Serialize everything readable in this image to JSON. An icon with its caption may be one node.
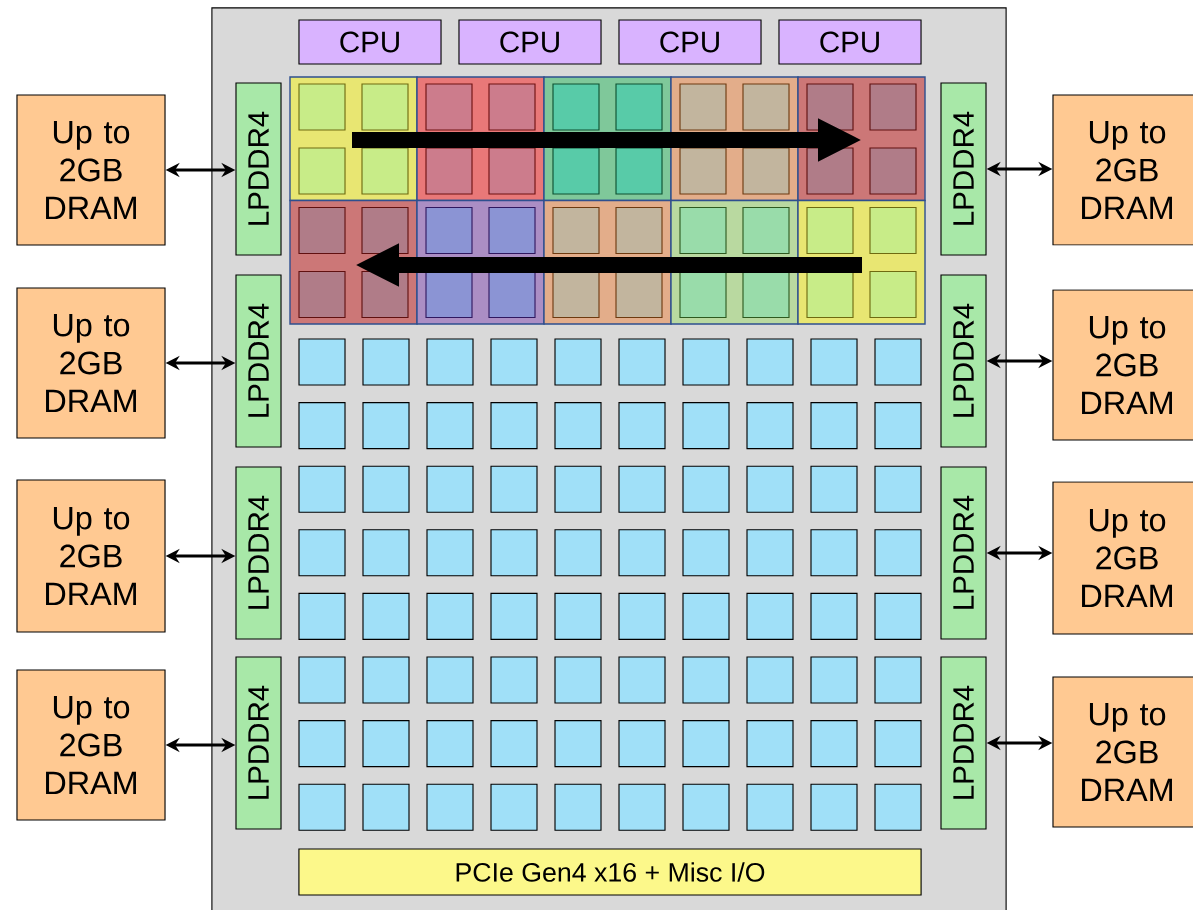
{
  "diagram": {
    "nodes": [
      {
        "text": [],
        "shape": "box"
      },
      {
        "text": [
          "CPU"
        ],
        "in": 0
      },
      {
        "text": [
          "CPU"
        ],
        "in": 0
      },
      {
        "text": [
          "CPU"
        ],
        "in": 0
      },
      {
        "text": [
          "CPU"
        ],
        "in": 0
      },
      {
        "text": [
          "LPDDR4"
        ],
        "in": 0
      },
      {
        "text": [
          "LPDDR4"
        ],
        "in": 0
      },
      {
        "text": [
          "LPDDR4"
        ],
        "in": 0
      },
      {
        "text": [
          "LPDDR4"
        ],
        "in": 0
      },
      {
        "text": [
          "LPDDR4"
        ],
        "in": 0
      },
      {
        "text": [
          "LPDDR4"
        ],
        "in": 0
      },
      {
        "text": [
          "LPDDR4"
        ],
        "in": 0
      },
      {
        "text": [
          "LPDDR4"
        ],
        "in": 0
      },
      {
        "text": [
          "PCIe Gen4 x16 + Misc I/O"
        ],
        "in": 0
      },
      {
        "text": [
          "Up to 2GB DRAM"
        ]
      },
      {
        "text": [
          "Up to 2GB DRAM"
        ]
      },
      {
        "text": [
          "Up to 2GB DRAM"
        ]
      },
      {
        "text": [
          "Up to 2GB DRAM"
        ]
      },
      {
        "text": [
          "Up to 2GB DRAM"
        ]
      },
      {
        "text": [
          "Up to 2GB DRAM"
        ]
      },
      {
        "text": [
          "Up to 2GB DRAM"
        ]
      },
      {
        "text": [
          "Up to 2GB DRAM"
        ]
      }
    ],
    "edges": [
      {
        "from": 14,
        "to": 5,
        "arrow": "both"
      },
      {
        "from": 15,
        "to": 6,
        "arrow": "both"
      },
      {
        "from": 16,
        "to": 7,
        "arrow": "both"
      },
      {
        "from": 17,
        "to": 8,
        "arrow": "both"
      },
      {
        "from": 9,
        "to": 18,
        "arrow": "both"
      },
      {
        "from": 10,
        "to": 19,
        "arrow": "both"
      },
      {
        "from": 11,
        "to": 20,
        "arrow": "both"
      },
      {
        "from": 12,
        "to": 21,
        "arrow": "both"
      }
    ]
  }
}
